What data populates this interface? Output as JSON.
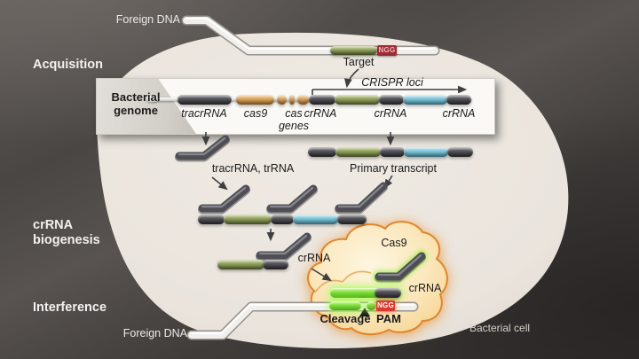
{
  "stage_labels": {
    "acquisition": "Acquisition",
    "biogenesis_line1": "crRNA",
    "biogenesis_line2": "biogenesis",
    "interference": "Interference"
  },
  "top_strand": {
    "foreign_dna_label": "Foreign DNA",
    "ngg_label": "NGG",
    "target_label": "Target"
  },
  "genome_box": {
    "title_line1": "Bacterial",
    "title_line2": "genome",
    "crispr_loci_label": "CRISPR loci",
    "gene_labels": [
      "tracrRNA",
      "cas9",
      "cas",
      "genes",
      "crRNA",
      "crRNA",
      "crRNA"
    ]
  },
  "biogenesis": {
    "tracr_label": "tracrRNA, trRNA",
    "primary_transcript_label": "Primary transcript",
    "crrna_label": "crRNA"
  },
  "interference": {
    "cas9_label": "Cas9",
    "crrna_label": "crRNA",
    "cleavage_label": "Cleavage",
    "pam_label": "PAM",
    "ngg_label": "NGG",
    "foreign_dna_label": "Foreign DNA"
  },
  "cell": {
    "label": "Bacterial cell"
  },
  "colors": {
    "background": "#474340",
    "cell_fill": "#ebe5de",
    "segment_dark": "#4e4e53",
    "segment_orange": "#dca45c",
    "segment_olive": "#93a25e",
    "segment_blue": "#7fc5d8",
    "segment_bright_green": "#7edc3c",
    "ngg_maroon": "#9e2b33",
    "ngg_red": "#d93a30",
    "cas9_blob_fill": "#fbe7bb",
    "cas9_blob_edge": "#e0862e",
    "tube_white": "#efedea"
  }
}
